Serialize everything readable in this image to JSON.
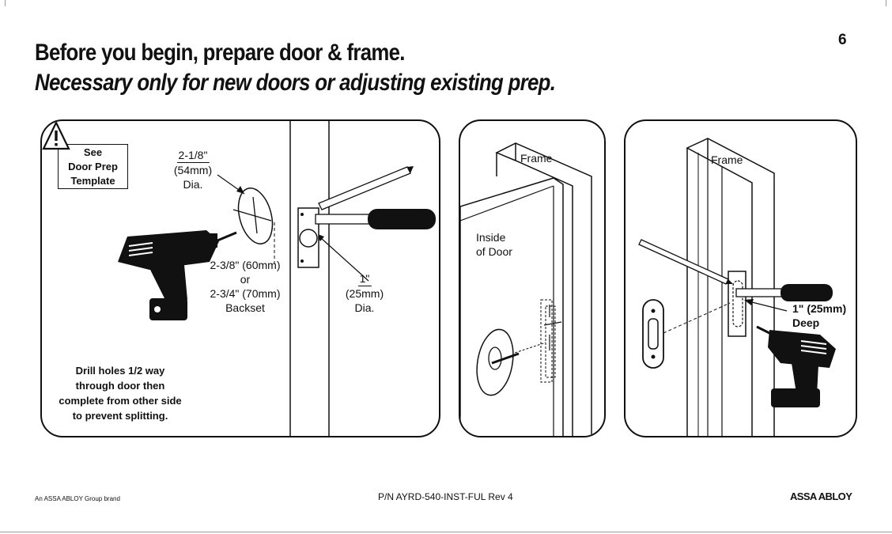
{
  "page_number": "6",
  "heading": {
    "title": "Before you begin, prepare door & frame.",
    "subtitle": "Necessary only for new doors or adjusting existing prep."
  },
  "panel_1": {
    "note_box": [
      "See",
      "Door Prep",
      "Template"
    ],
    "bore_hole": {
      "line1": "2-1/8\"",
      "line2": "(54mm)",
      "line3": "Dia."
    },
    "backset": {
      "line1": "2-3/8\" (60mm)",
      "line2": "or",
      "line3": "2-3/4\" (70mm)",
      "line4": "Backset"
    },
    "edge_hole": {
      "line1": "1\"",
      "line2": "(25mm)",
      "line3": "Dia."
    },
    "warning_icon": "warning-triangle-icon",
    "warning": [
      "Drill holes 1/2 way",
      "through door then",
      "complete from other side",
      "to prevent splitting."
    ]
  },
  "panel_2": {
    "frame_label": "Frame",
    "inside_label": [
      "Inside",
      "of Door"
    ]
  },
  "panel_3": {
    "frame_label": "Frame",
    "depth_label": [
      "1\" (25mm)",
      "Deep"
    ]
  },
  "footer": {
    "brand_line": "An ASSA ABLOY Group brand",
    "part_number": "P/N AYRD-540-INST-FUL Rev 4",
    "logo_text": "ASSA ABLOY"
  },
  "colors": {
    "ink": "#111111",
    "background": "#ffffff"
  }
}
